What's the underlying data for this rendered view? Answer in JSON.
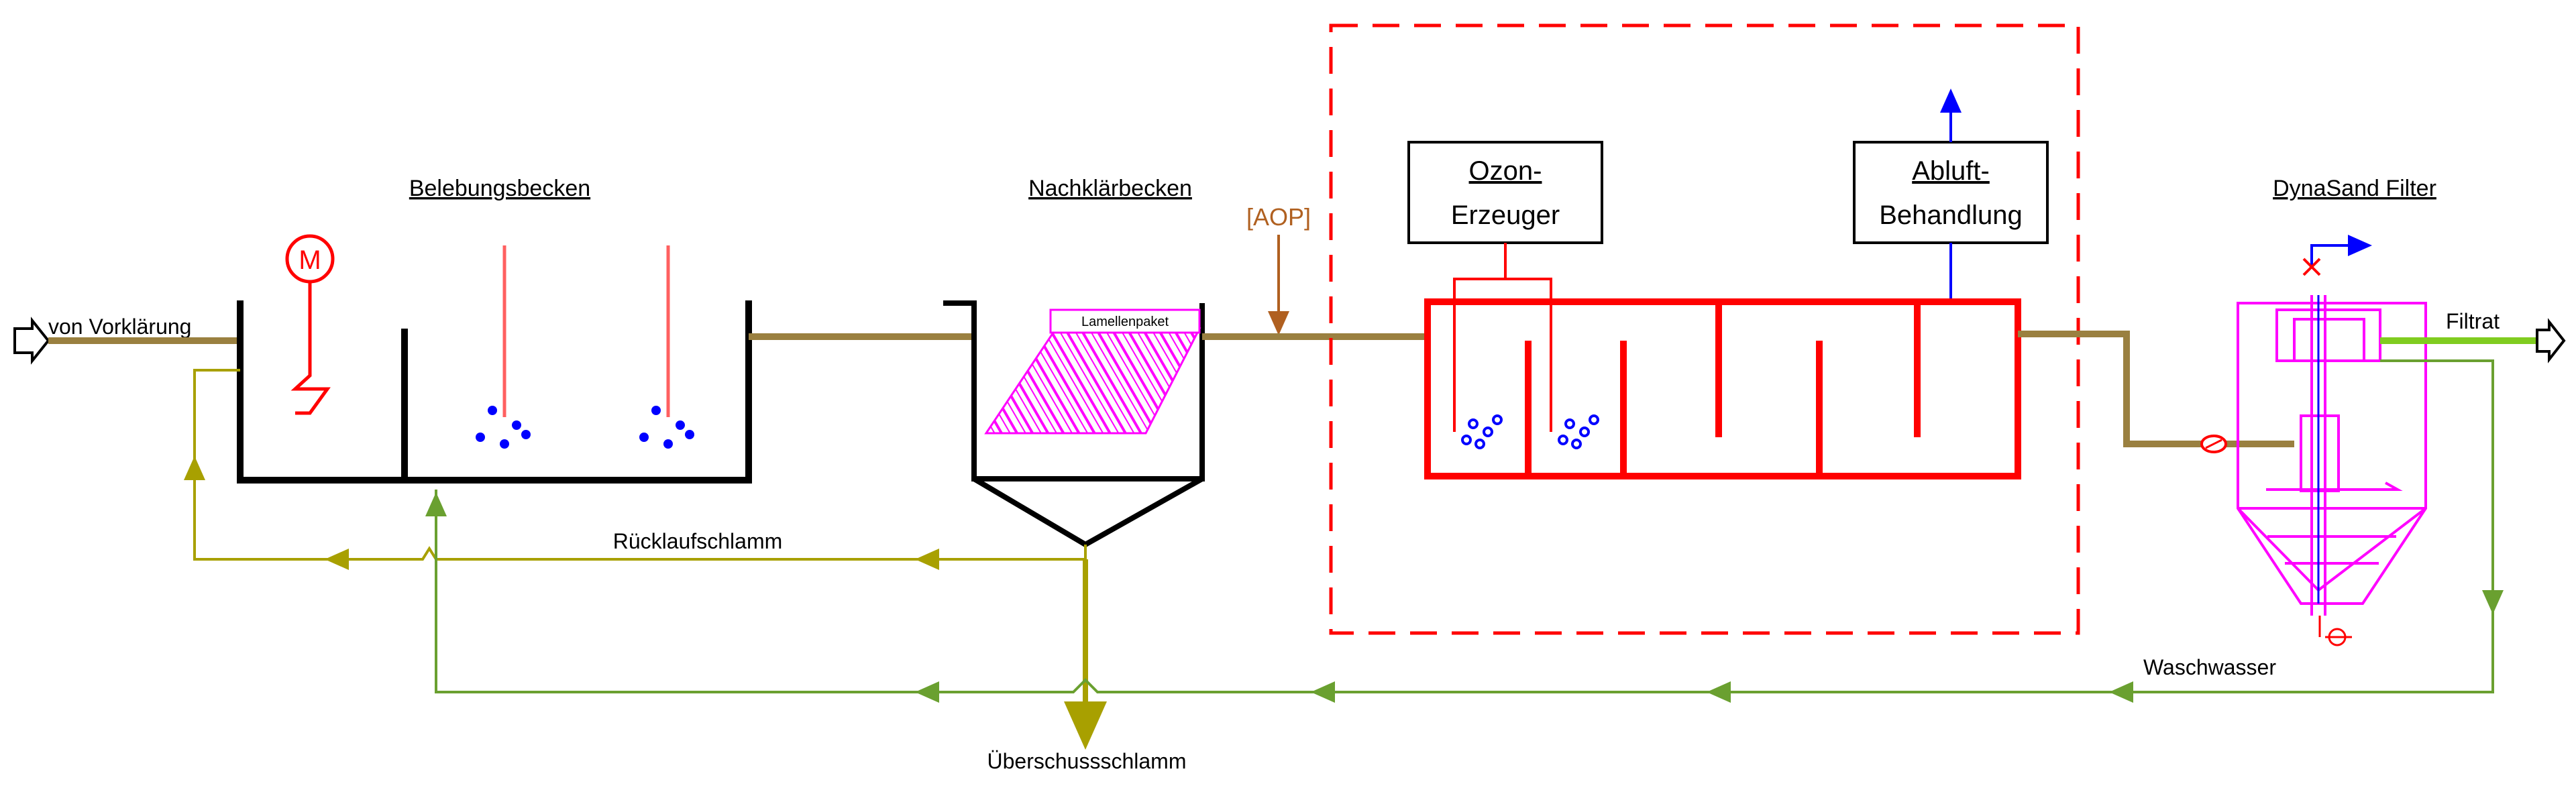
{
  "labels": {
    "inlet": "von Vorklärung",
    "aeration_tank": "Belebungsbecken",
    "motor": "M",
    "clarifier": "Nachklärbecken",
    "lamella": "Lamellenpaket",
    "aop": "[AOP]",
    "ozone_gen_line1": "Ozon-",
    "ozone_gen_line2": "Erzeuger",
    "exhaust_line1": "Abluft-",
    "exhaust_line2": "Behandlung",
    "dynasand": "DynaSand Filter",
    "filtrate": "Filtrat",
    "return_sludge": "Rücklaufschlamm",
    "excess_sludge": "Überschussschlamm",
    "wash_water": "Waschwasser"
  },
  "colors": {
    "main_pipe": "#9a8040",
    "sludge_line": "#a8a000",
    "wash_line": "#6aa030",
    "ozone_tank": "#ff0000",
    "ozone_boundary": "#ff0000",
    "filter": "#ff00ff",
    "bubbles": "#0000ff",
    "filtrate_line": "#80cc20",
    "aop_arrow": "#b06020"
  }
}
